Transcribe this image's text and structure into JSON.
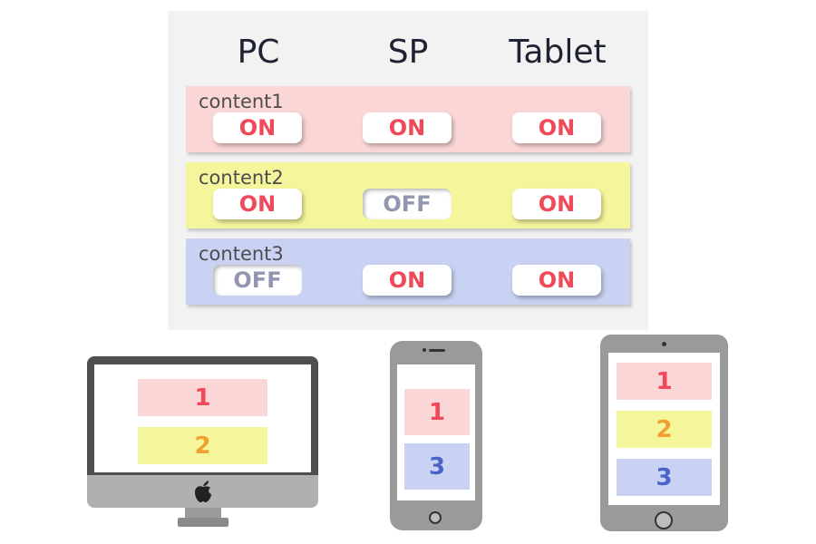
{
  "columns": [
    "PC",
    "SP",
    "Tablet"
  ],
  "rows": [
    {
      "label": "content1",
      "toggles": [
        "ON",
        "ON",
        "ON"
      ]
    },
    {
      "label": "content2",
      "toggles": [
        "ON",
        "OFF",
        "ON"
      ]
    },
    {
      "label": "content3",
      "toggles": [
        "OFF",
        "ON",
        "ON"
      ]
    }
  ],
  "devices": {
    "pc": {
      "blocks": [
        "1",
        "2"
      ]
    },
    "phone": {
      "blocks": [
        "1",
        "3"
      ]
    },
    "tablet": {
      "blocks": [
        "1",
        "2",
        "3"
      ]
    }
  },
  "colors": {
    "pink": "#fbd6d6",
    "yellow": "#f5f59c",
    "blue": "#c9d2f3",
    "on_text": "#f0495a",
    "off_text": "#9396b0",
    "num1": "#f0495a",
    "num2": "#f0a030",
    "num3": "#4a64c8"
  },
  "icons": [
    "apple-logo-icon",
    "home-button-icon",
    "camera-icon",
    "speaker-icon"
  ]
}
